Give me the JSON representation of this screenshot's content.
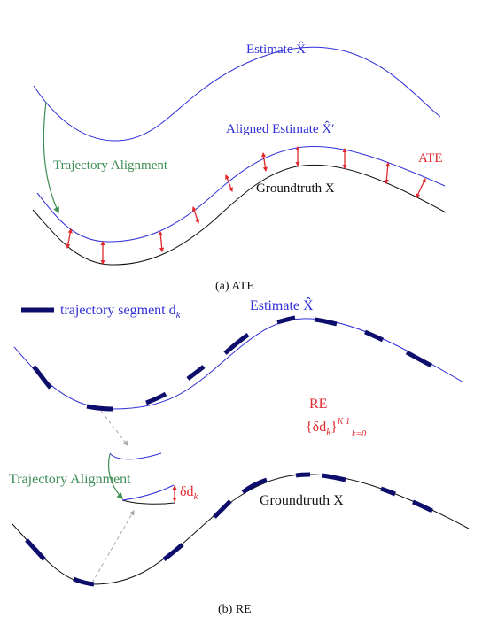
{
  "panel_a": {
    "estimate_label": "Estimate X̂",
    "aligned_estimate_label": "Aligned Estimate X̂′",
    "groundtruth_label": "Groundtruth X",
    "trajectory_alignment_label": "Trajectory Alignment",
    "ate_label": "ATE",
    "caption": "(a) ATE"
  },
  "panel_b": {
    "legend_label": "trajectory segment d",
    "legend_subscript": "k",
    "estimate_label": "Estimate X̂",
    "re_label": "RE",
    "re_formula": "{δd",
    "re_formula_sub": "k",
    "re_formula_close": "}",
    "re_formula_sup": "K 1",
    "re_formula_lower": "k=0",
    "delta_label": "δd",
    "delta_sub": "k",
    "trajectory_alignment_label": "Trajectory Alignment",
    "groundtruth_label": "Groundtruth X",
    "caption": "(b) RE"
  },
  "colors": {
    "estimate": "#2f2fd8",
    "groundtruth": "#111111",
    "error": "#e0282d",
    "alignment": "#3e8e55",
    "segment": "#0d0d6b",
    "hint_arrow": "#a8a8a8"
  }
}
